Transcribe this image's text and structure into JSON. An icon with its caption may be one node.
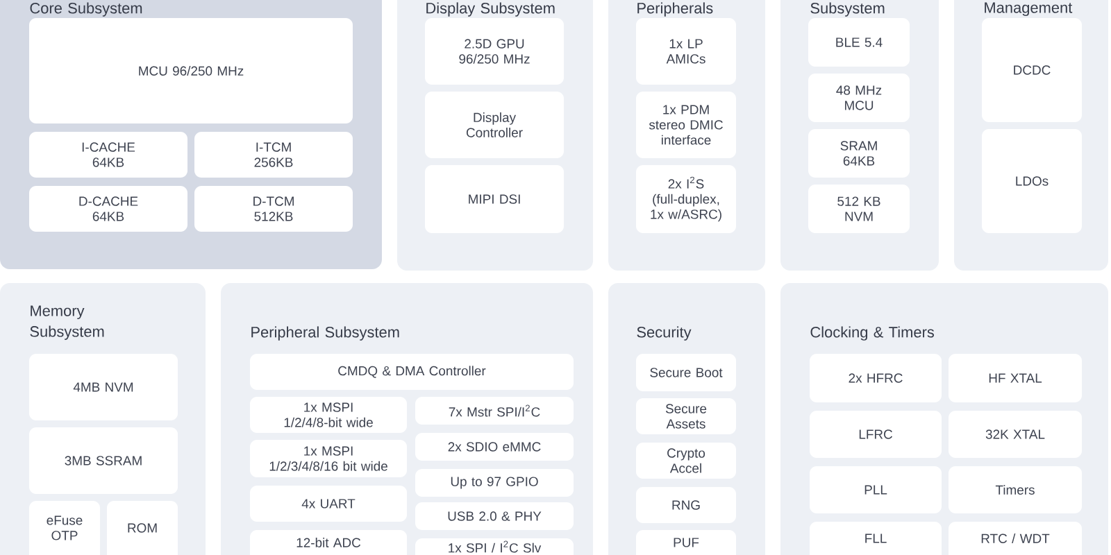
{
  "diagram": {
    "nodes": [
      {
        "text": [
          "Core Subsystem"
        ]
      },
      {
        "text": [
          "MCU 96/250 MHz"
        ],
        "in": 0
      },
      {
        "text": [
          "I-CACHE 64KB"
        ],
        "in": 0
      },
      {
        "text": [
          "I-TCM 256KB"
        ],
        "in": 0
      },
      {
        "text": [
          "D-CACHE 64KB"
        ],
        "in": 0
      },
      {
        "text": [
          "D-TCM 512KB"
        ],
        "in": 0
      },
      {
        "text": [
          "Display Subsystem"
        ]
      },
      {
        "text": [
          "2.5D GPU 96/250 MHz"
        ],
        "in": 6
      },
      {
        "text": [
          "Display Controller"
        ],
        "in": 6
      },
      {
        "text": [
          "MIPI DSI"
        ],
        "in": 6
      },
      {
        "text": [
          "Peripherals"
        ]
      },
      {
        "text": [
          "1x LP AMICs"
        ],
        "in": 10
      },
      {
        "text": [
          "1x PDM stereo DMIC interface"
        ],
        "in": 10
      },
      {
        "text": [
          "2x I$^{2}$S (full-duplex, 1x w/ASRC)"
        ],
        "in": 10
      },
      {
        "text": [
          "Subsystem"
        ]
      },
      {
        "text": [
          "BLE 5.4"
        ],
        "in": 14
      },
      {
        "text": [
          "48 MHz MCU"
        ],
        "in": 14
      },
      {
        "text": [
          "SRAM 64KB"
        ],
        "in": 14
      },
      {
        "text": [
          "512 KB NVM"
        ],
        "in": 14
      },
      {
        "text": [
          "Management"
        ]
      },
      {
        "text": [
          "DCDC"
        ],
        "in": 19
      },
      {
        "text": [
          "LDOs"
        ],
        "in": 19
      },
      {
        "text": [
          "Memory Subsystem"
        ]
      },
      {
        "text": [
          "4MB NVM"
        ],
        "in": 22
      },
      {
        "text": [
          "3MB SSRAM"
        ],
        "in": 22
      },
      {
        "text": [
          "eFuse OTP"
        ],
        "in": 22
      },
      {
        "text": [
          "ROM"
        ],
        "in": 22
      },
      {
        "text": [
          "Peripheral Subsystem"
        ]
      },
      {
        "text": [
          "CMDQ & DMA Controller"
        ],
        "in": 27
      },
      {
        "text": [
          "1x MSPI 1/2/4/8-bit wide"
        ],
        "in": 27
      },
      {
        "text": [
          "7x Mstr SPI/I$^{2}$C"
        ],
        "in": 27
      },
      {
        "text": [
          "2x SDIO eMMC"
        ],
        "in": 27
      },
      {
        "text": [
          "1x MSPI 1/2/3/4/8/16 bit wide"
        ],
        "in": 27
      },
      {
        "text": [
          "Up to 97 GPIO"
        ],
        "in": 27
      },
      {
        "text": [
          "4x UART"
        ],
        "in": 27
      },
      {
        "text": [
          "USB 2.0 & PHY"
        ],
        "in": 27
      },
      {
        "text": [
          "12-bit ADC"
        ],
        "in": 27
      },
      {
        "text": [
          "1x SPI / I$^{2}$C Slv"
        ],
        "in": 27
      },
      {
        "text": [
          "Security"
        ]
      },
      {
        "text": [
          "Secure Boot"
        ],
        "in": 38
      },
      {
        "text": [
          "Secure Assets"
        ],
        "in": 38
      },
      {
        "text": [
          "Crypto Accel"
        ],
        "in": 38
      },
      {
        "text": [
          "RNG"
        ],
        "in": 38
      },
      {
        "text": [
          "PUF"
        ],
        "in": 38
      },
      {
        "text": [
          "Clocking & Timers"
        ]
      },
      {
        "text": [
          "2x HFRC"
        ],
        "in": 44
      },
      {
        "text": [
          "HF XTAL"
        ],
        "in": 44
      },
      {
        "text": [
          "LFRC"
        ],
        "in": 44
      },
      {
        "text": [
          "32K XTAL"
        ],
        "in": 44
      },
      {
        "text": [
          "PLL"
        ],
        "in": 44
      },
      {
        "text": [
          "Timers"
        ],
        "in": 44
      },
      {
        "text": [
          "FLL"
        ],
        "in": 44
      },
      {
        "text": [
          "RTC / WDT"
        ],
        "in": 44
      }
    ]
  }
}
